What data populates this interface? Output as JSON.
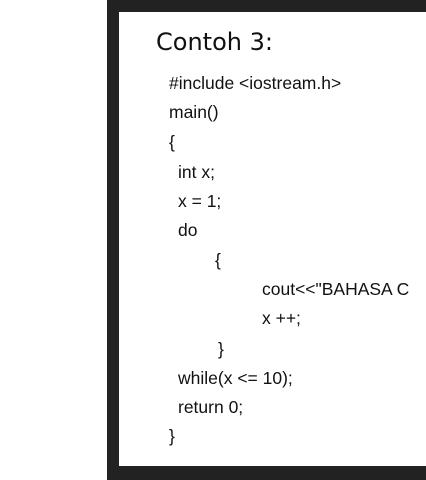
{
  "slide": {
    "title": "Contoh 3:",
    "code": [
      "#include <iostream.h>",
      "main()",
      "{",
      "int x;",
      "x = 1;",
      "do",
      "{",
      "cout<<\"BAHASA C",
      "x ++;",
      "}",
      "while(x <= 10);",
      "return 0;",
      "}"
    ]
  }
}
